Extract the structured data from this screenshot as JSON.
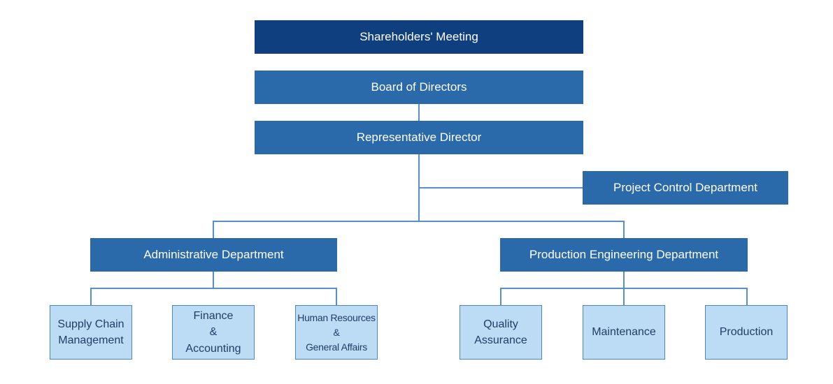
{
  "top": {
    "shareholders": "Shareholders' Meeting",
    "board": "Board of Directors",
    "representative": "Representative Director",
    "project_control": "Project Control Department"
  },
  "departments": {
    "administrative": {
      "label": "Administrative Department",
      "units": [
        [
          "Supply Chain",
          "Management"
        ],
        [
          "Finance",
          "&",
          "Accounting"
        ],
        [
          "Human Resources",
          "&",
          "General Affairs"
        ]
      ]
    },
    "production_engineering": {
      "label": "Production Engineering Department",
      "units": [
        [
          "Quality",
          "Assurance"
        ],
        [
          "Maintenance"
        ],
        [
          "Production"
        ]
      ]
    }
  },
  "colors": {
    "navy": "#0f3f7f",
    "mid_blue": "#2a6aaa",
    "light_blue": "#bcdcf6",
    "connector": "#5590c8"
  }
}
